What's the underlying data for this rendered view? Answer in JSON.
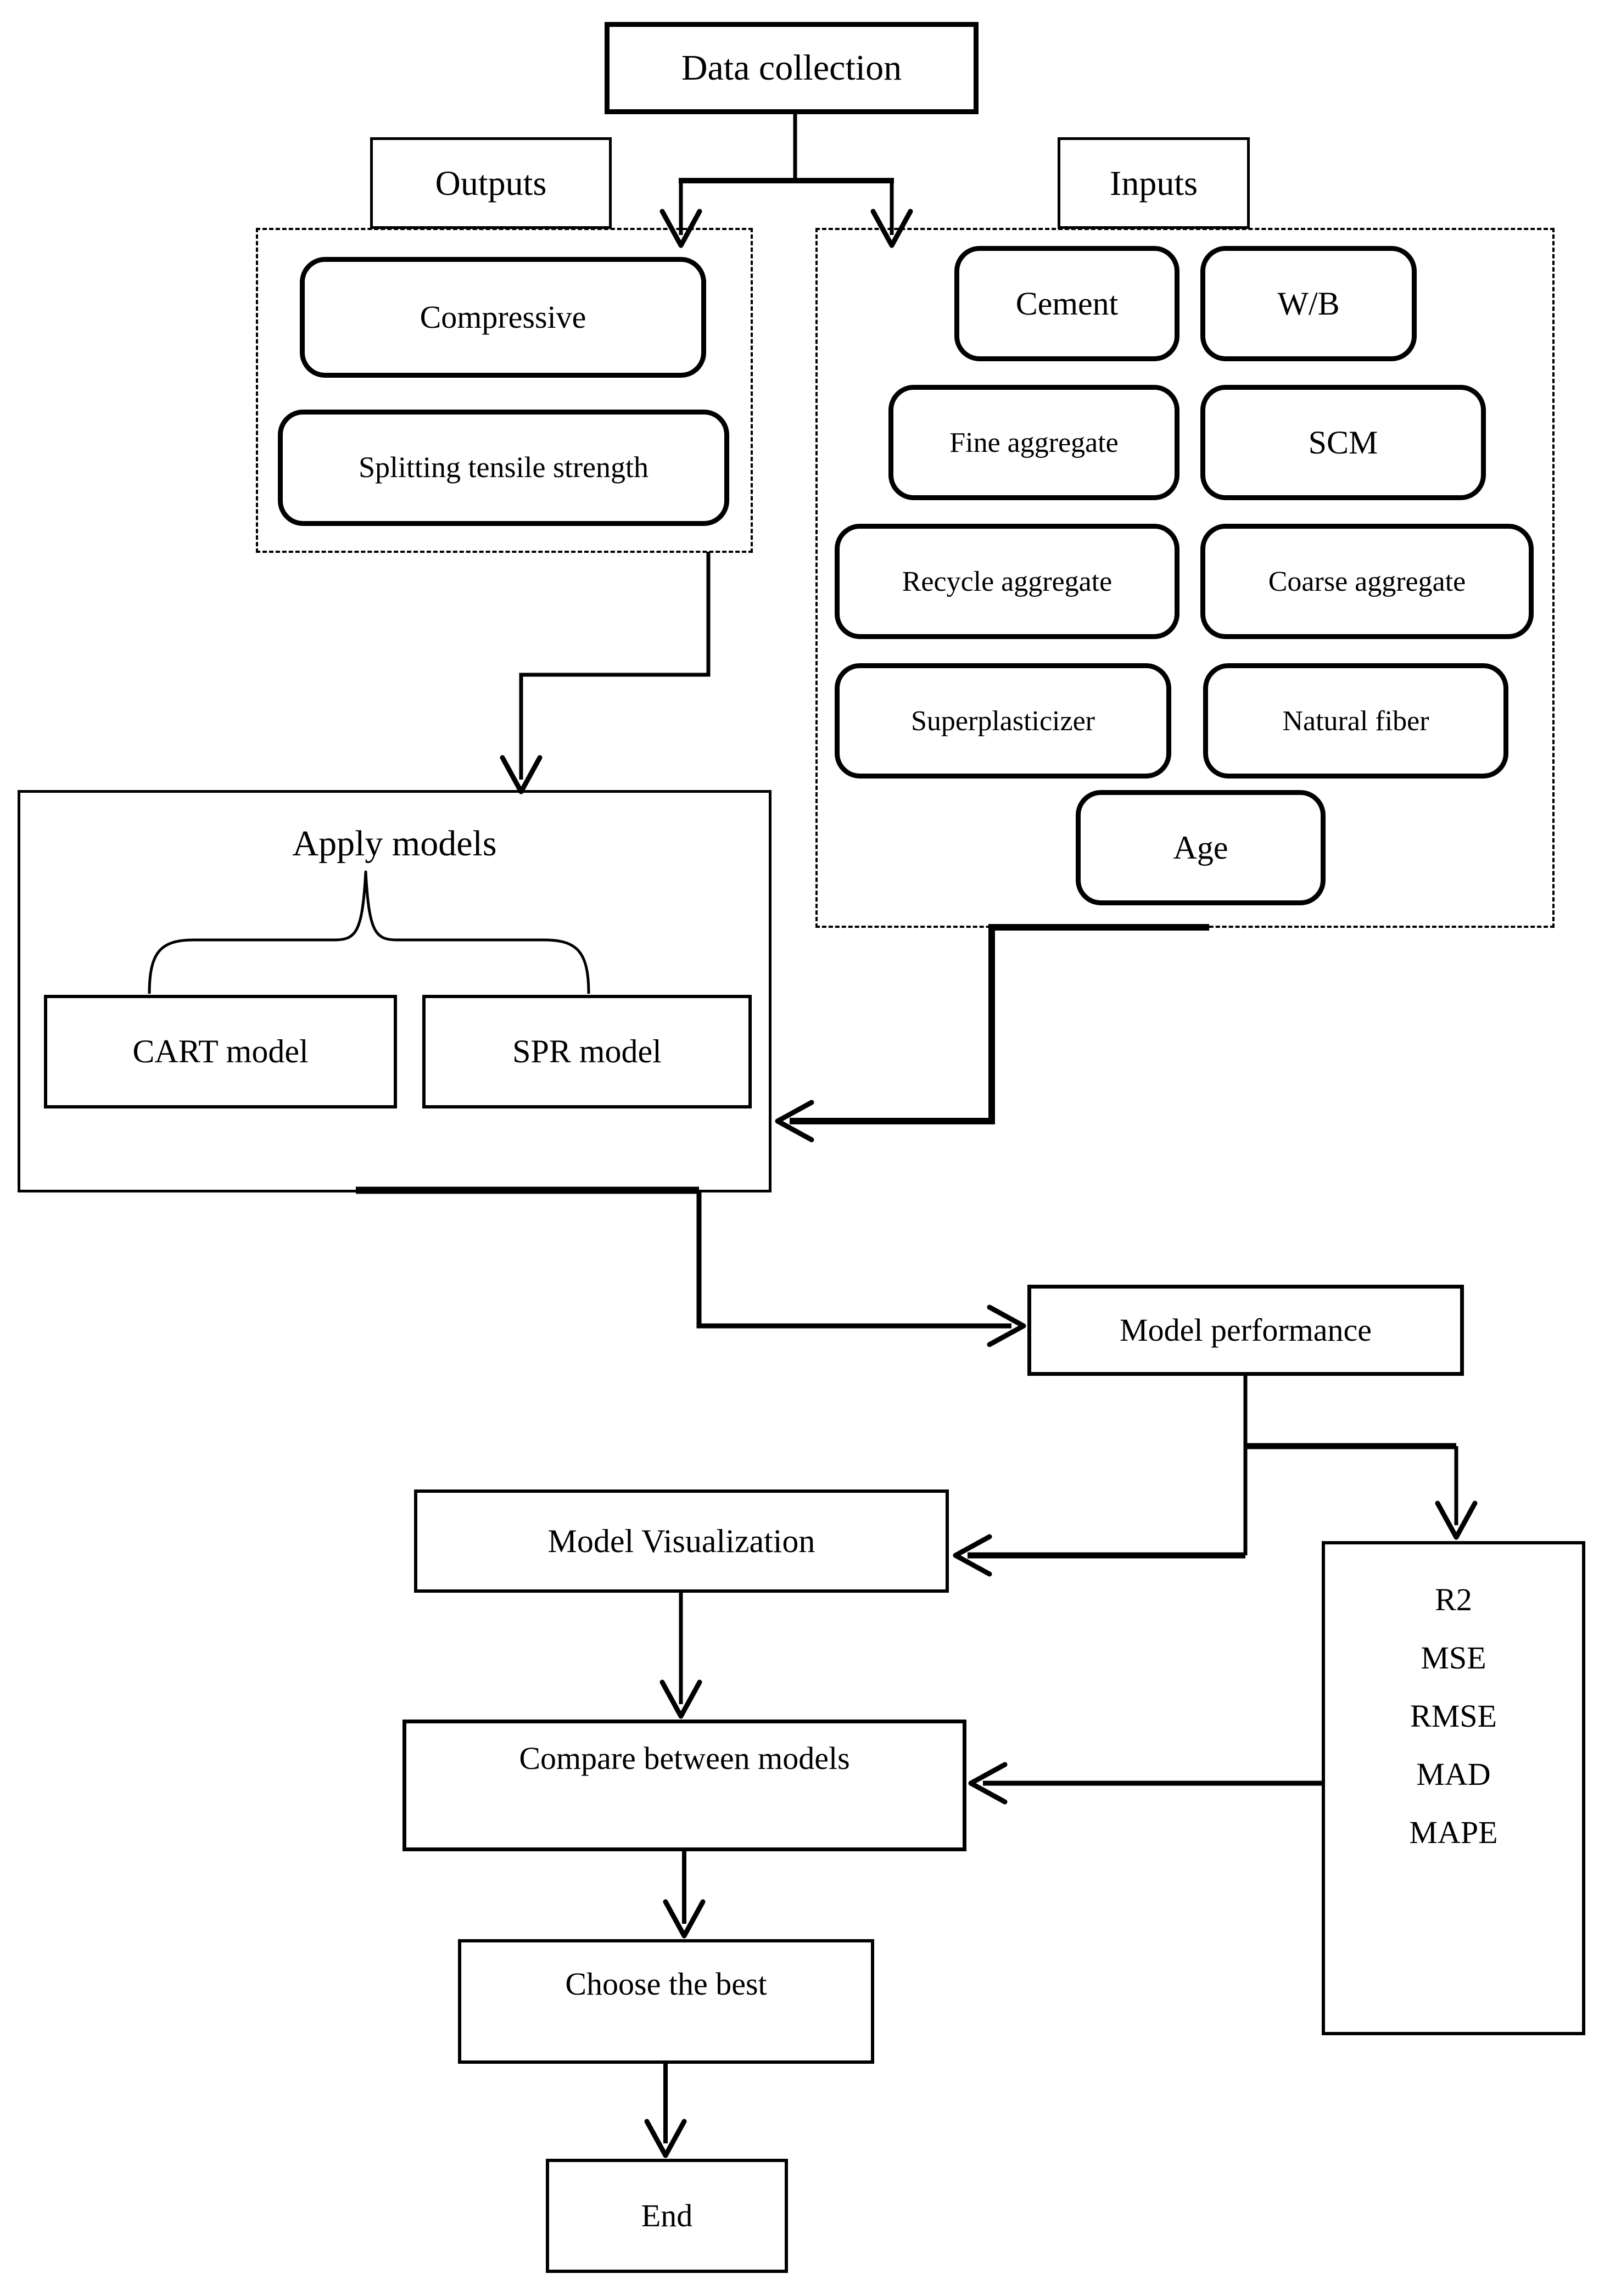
{
  "flowchart": {
    "nodes": {
      "data_collection": "Data collection",
      "outputs_label": "Outputs",
      "inputs_label": "Inputs",
      "compressive": "Compressive",
      "splitting_tensile": "Splitting tensile strength",
      "cement": "Cement",
      "water_binder": "W/B",
      "fine_aggregate": "Fine aggregate",
      "scm": "SCM",
      "recycle_aggregate": "Recycle aggregate",
      "coarse_aggregate": "Coarse aggregate",
      "superplasticizer": "Superplasticizer",
      "natural_fiber": "Natural fiber",
      "age": "Age",
      "apply_models": "Apply models",
      "cart_model": "CART model",
      "spr_model": "SPR model",
      "model_performance": "Model performance",
      "model_visualization": "Model Visualization",
      "metrics": [
        "R2",
        "MSE",
        "RMSE",
        "MAD",
        "MAPE"
      ],
      "compare_models": "Compare between models",
      "choose_best": "Choose the best",
      "end": "End"
    },
    "colors": {
      "line": "#000000",
      "box_fill": "#ffffff",
      "background": "#ffffff",
      "text": "#000000"
    }
  }
}
